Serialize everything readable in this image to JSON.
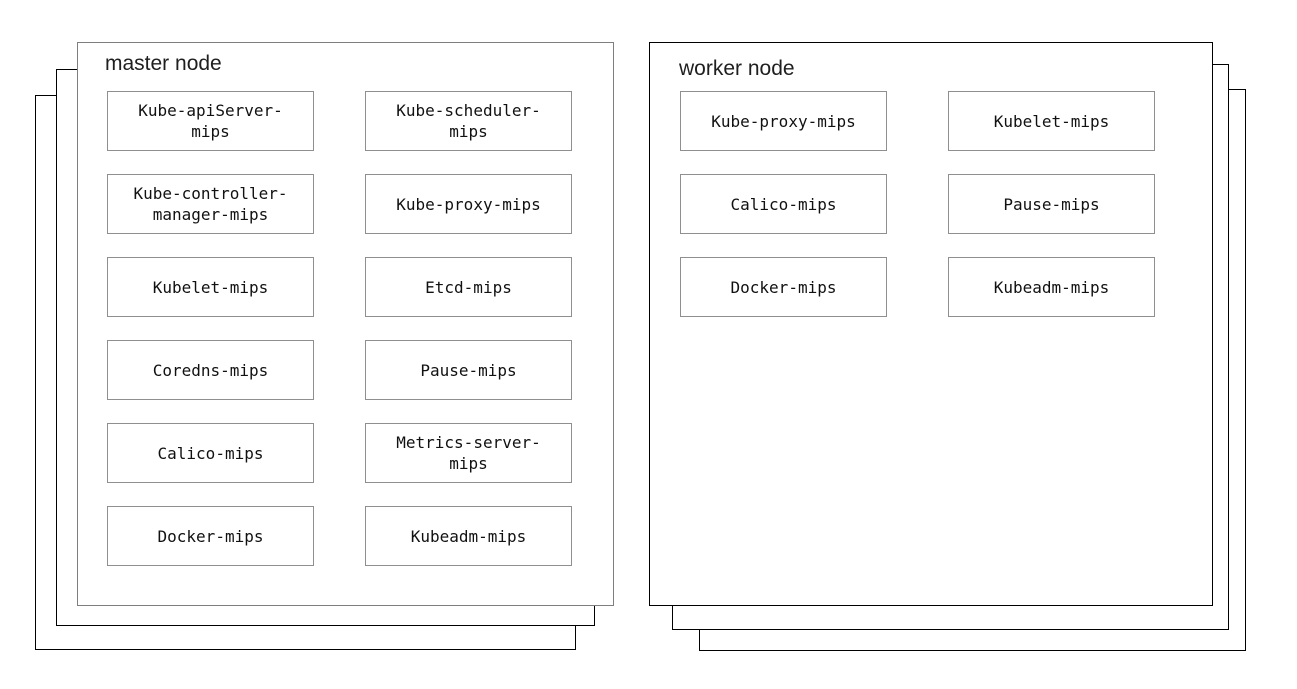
{
  "master": {
    "title": "master node",
    "stacked_layers": 3,
    "border_color": "#7f7f7f",
    "components": [
      {
        "label": "Kube-apiServer-\nmips"
      },
      {
        "label": "Kube-scheduler-\nmips"
      },
      {
        "label": "Kube-controller-\nmanager-mips"
      },
      {
        "label": "Kube-proxy-mips"
      },
      {
        "label": "Kubelet-mips"
      },
      {
        "label": "Etcd-mips"
      },
      {
        "label": "Coredns-mips"
      },
      {
        "label": "Pause-mips"
      },
      {
        "label": "Calico-mips"
      },
      {
        "label": "Metrics-server-\nmips"
      },
      {
        "label": "Docker-mips"
      },
      {
        "label": "Kubeadm-mips"
      }
    ]
  },
  "worker": {
    "title": "worker node",
    "stacked_layers": 3,
    "border_color": "#000000",
    "components": [
      {
        "label": "Kube-proxy-mips"
      },
      {
        "label": "Kubelet-mips"
      },
      {
        "label": "Calico-mips"
      },
      {
        "label": "Pause-mips"
      },
      {
        "label": "Docker-mips"
      },
      {
        "label": "Kubeadm-mips"
      }
    ]
  },
  "colors": {
    "background": "#ffffff",
    "back_layer_border": "#000000",
    "master_front_border": "#7f7f7f",
    "worker_front_border": "#000000",
    "inner_box_border": "#8f8f8f",
    "text": "#111111",
    "title_text": "#1f1f1f"
  }
}
